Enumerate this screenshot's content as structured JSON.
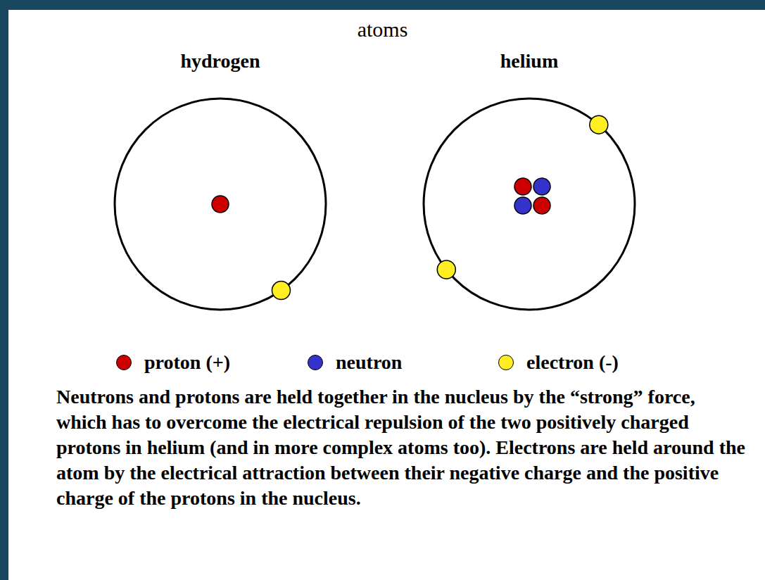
{
  "diagram": {
    "title": "atoms",
    "caption": "Neutrons and protons are held together in the nucleus by the “strong” force, which has to overcome the electrical repulsion of the two positively charged protons in helium (and in more complex atoms too). Electrons are held around the atom by the electrical attraction between their negative charge and the positive charge of the protons in the nucleus.",
    "nodes": [
      {
        "text": [
          "hydrogen"
        ]
      },
      {
        "text": [
          "helium"
        ]
      }
    ],
    "legend": [
      {
        "text": "proton (+)",
        "color": "#cc0000"
      },
      {
        "text": "neutron",
        "color": "#3333cc"
      },
      {
        "text": "electron (-)",
        "color": "#ffee22"
      }
    ]
  }
}
